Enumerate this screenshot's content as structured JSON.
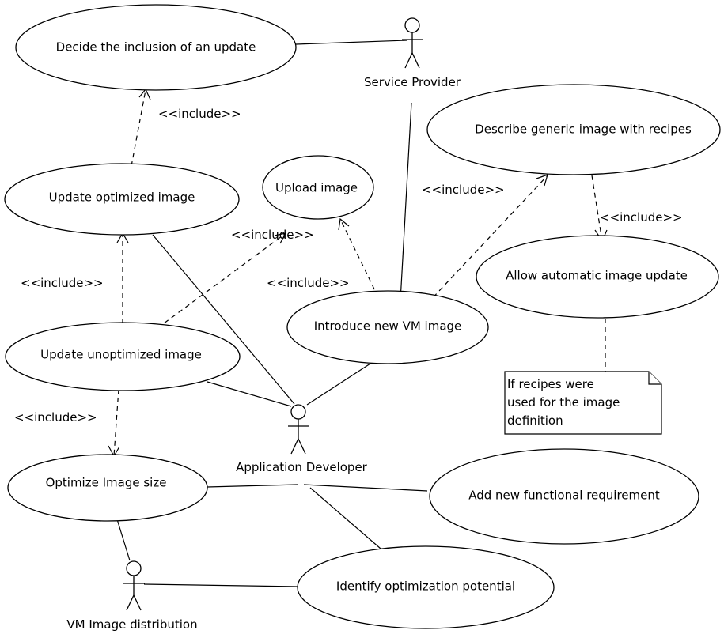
{
  "use_cases": {
    "decide_inclusion": "Decide the inclusion of an update",
    "update_optimized": "Update optimized image",
    "upload_image": "Upload image",
    "describe_generic": "Describe generic image with recipes",
    "allow_automatic": "Allow automatic image update",
    "introduce_vm": "Introduce new VM image",
    "update_unoptimized": "Update unoptimized image",
    "optimize_size": "Optimize Image size",
    "add_requirement": "Add new functional requirement",
    "identify_potential": "Identify optimization potential"
  },
  "actors": {
    "service_provider": "Service Provider",
    "application_developer": "Application Developer",
    "vm_image_distribution": "VM Image distribution"
  },
  "stereotype": "<<include>>",
  "note": {
    "line1": "If recipes were",
    "line2": "used for the image",
    "line3": "definition"
  }
}
